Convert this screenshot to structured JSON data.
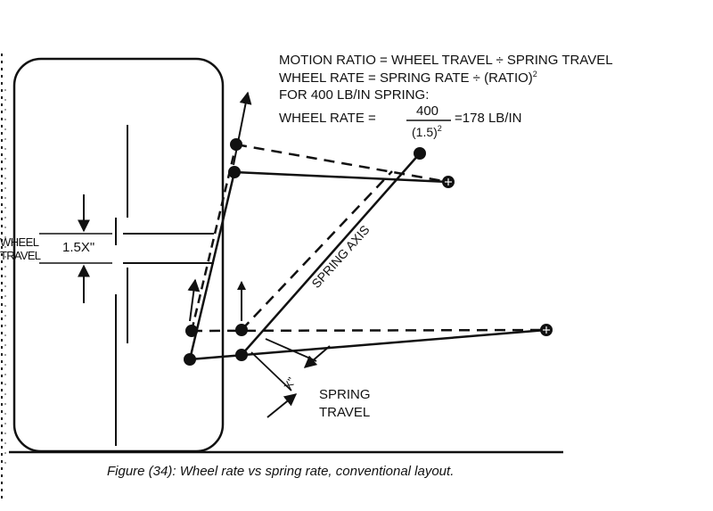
{
  "formulas": {
    "line1": "MOTION RATIO = WHEEL TRAVEL ÷ SPRING TRAVEL",
    "line2_prefix": "WHEEL RATE = SPRING RATE ÷ (RATIO)",
    "line2_sup": "2",
    "line3": "FOR 400 LB/IN SPRING:",
    "line4_prefix": "WHEEL RATE =",
    "numerator": "400",
    "denominator_base": "(1.5)",
    "denominator_sup": "2",
    "result": "=178 LB/IN"
  },
  "labels": {
    "wheel_travel_line1": "WHEEL",
    "wheel_travel_line2": "TRAVEL",
    "wheel_travel_value": "1.5X\"",
    "spring_axis": "SPRING AXIS",
    "spring_travel_value": "X\"",
    "spring_travel_line1": "SPRING",
    "spring_travel_line2": "TRAVEL"
  },
  "caption": "Figure (34): Wheel rate vs spring rate, conventional layout.",
  "colors": {
    "ink": "#111111",
    "paper": "#ffffff"
  }
}
